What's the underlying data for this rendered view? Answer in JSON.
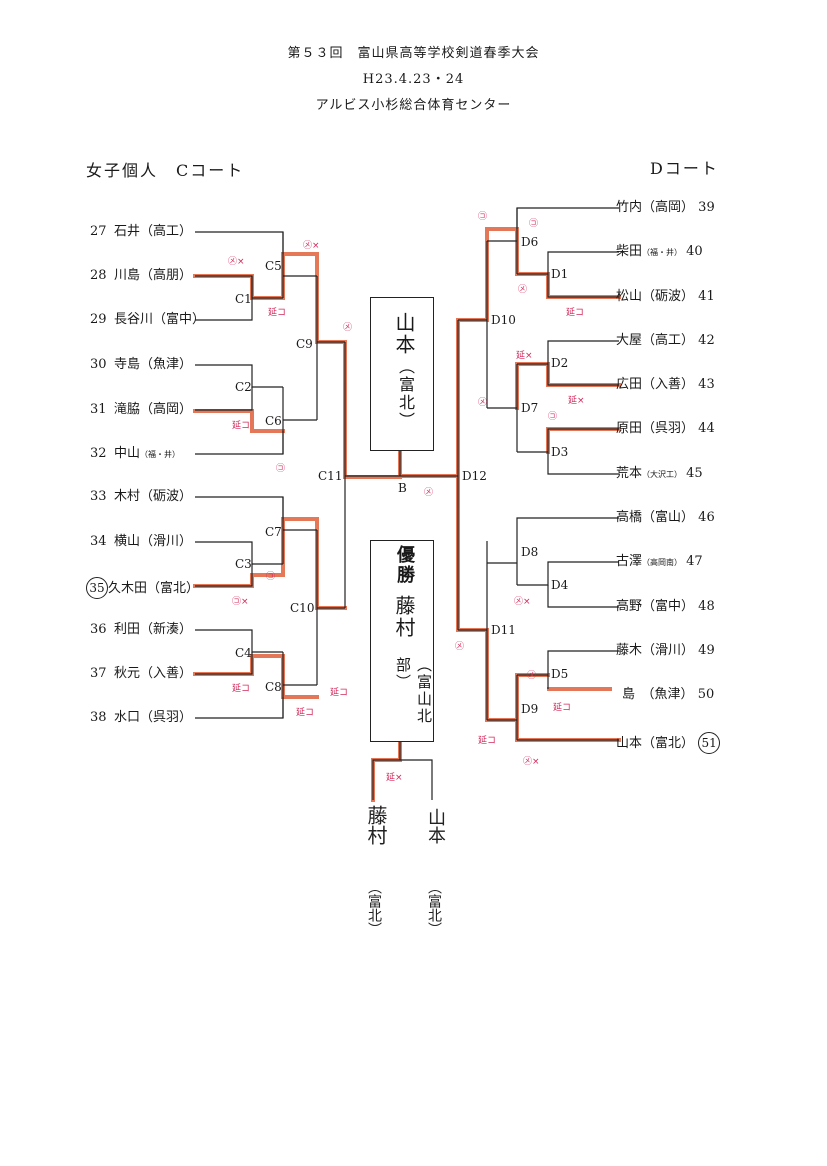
{
  "header": {
    "line1": "第５３回　富山県高等学校剣道春季大会",
    "line2": "H23.4.23・24",
    "line3": "アルビス小杉総合体育センター"
  },
  "left_court_title": "女子個人　Cコート",
  "right_court_title": "Dコート",
  "left_entries": [
    {
      "num": "27",
      "name": "石井",
      "team": "（高工）"
    },
    {
      "num": "28",
      "name": "川島",
      "team": "（高朋）"
    },
    {
      "num": "29",
      "name": "長谷川",
      "team": "（富中）"
    },
    {
      "num": "30",
      "name": "寺島",
      "team": "（魚津）"
    },
    {
      "num": "31",
      "name": "滝脇",
      "team": "（高岡）"
    },
    {
      "num": "32",
      "name": "中山",
      "team": "（福・井）"
    },
    {
      "num": "33",
      "name": "木村",
      "team": "（砺波）"
    },
    {
      "num": "34",
      "name": "横山",
      "team": "（滑川）"
    },
    {
      "num": "35",
      "name": "久木田",
      "team": "（富北）"
    },
    {
      "num": "36",
      "name": "利田",
      "team": "（新湊）"
    },
    {
      "num": "37",
      "name": "秋元",
      "team": "（入善）"
    },
    {
      "num": "38",
      "name": "水口",
      "team": "（呉羽）"
    }
  ],
  "right_entries": [
    {
      "num": "39",
      "name": "竹内",
      "team": "（高岡）"
    },
    {
      "num": "40",
      "name": "柴田",
      "team": "（福・井）"
    },
    {
      "num": "41",
      "name": "松山",
      "team": "（砺波）"
    },
    {
      "num": "42",
      "name": "大屋",
      "team": "（高工）"
    },
    {
      "num": "43",
      "name": "広田",
      "team": "（入善）"
    },
    {
      "num": "44",
      "name": "原田",
      "team": "（呉羽）"
    },
    {
      "num": "45",
      "name": "荒本",
      "team": "（大沢工）"
    },
    {
      "num": "46",
      "name": "高橋",
      "team": "（富山）"
    },
    {
      "num": "47",
      "name": "古澤",
      "team": "（高岡南）"
    },
    {
      "num": "48",
      "name": "高野",
      "team": "（富中）"
    },
    {
      "num": "49",
      "name": "藤木",
      "team": "（滑川）"
    },
    {
      "num": "50",
      "name": "島",
      "team": "（魚津）"
    },
    {
      "num": "51",
      "name": "山本",
      "team": "（富北）"
    }
  ],
  "match_labels": {
    "C1": "C1",
    "C2": "C2",
    "C3": "C3",
    "C4": "C4",
    "C5": "C5",
    "C6": "C6",
    "C7": "C7",
    "C8": "C8",
    "C9": "C9",
    "C10": "C10",
    "C11": "C11",
    "D1": "D1",
    "D2": "D2",
    "D3": "D3",
    "D4": "D4",
    "D5": "D5",
    "D6": "D6",
    "D7": "D7",
    "D8": "D8",
    "D9": "D9",
    "D10": "D10",
    "D11": "D11",
    "D12": "D12",
    "B": "B"
  },
  "final_box_top": {
    "name": "山本",
    "team": "（富北）"
  },
  "final_box_winner": {
    "label": "優勝",
    "name": "藤村",
    "team": "（富山北部）"
  },
  "playoff": {
    "left_name": "藤村",
    "left_team": "（富北）",
    "right_name": "山本",
    "right_team": "（富北）"
  },
  "annotations": {
    "a1": "㋱×",
    "a2": "㋱×",
    "a3": "延コ",
    "a4": "㋱",
    "a5": "延コ",
    "a6": "㋙",
    "a7": "㋙",
    "a8": "㋙×",
    "a9": "延コ",
    "a10": "延コ",
    "a11": "㋱",
    "b1": "㋙",
    "b2": "㋱",
    "b3": "延コ",
    "b4": "延×",
    "b5": "延×",
    "b6": "㋙",
    "b7": "㋙",
    "b8": "㋱×",
    "b9": "延コ",
    "b10": "延コ",
    "b11": "㋱×",
    "b12": "㋱",
    "b13": "延×",
    "b14": "㋱",
    "b15": "㋱",
    "b16": "延コ"
  },
  "colors": {
    "ink": "#222222",
    "highlight": "#e0603a",
    "annotation": "#d2285a"
  }
}
